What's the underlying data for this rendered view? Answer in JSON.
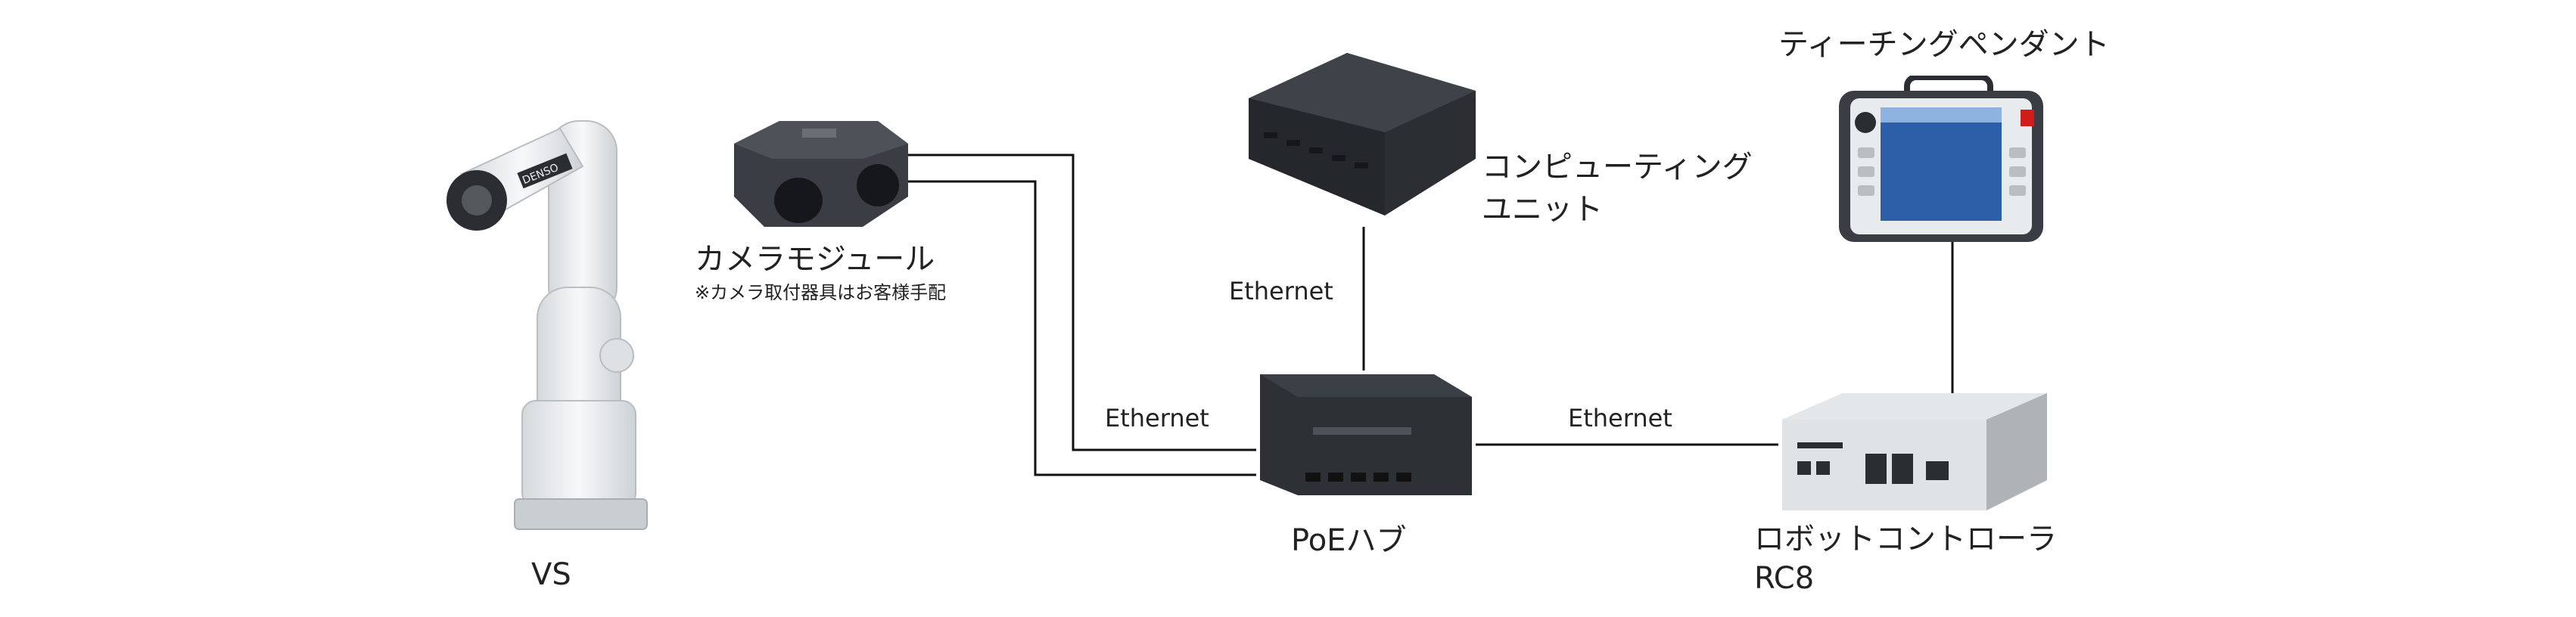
{
  "labels": {
    "robot": "VS",
    "camera": "カメラモジュール",
    "camera_note": "※カメラ取付器具はお客様手配",
    "computer_line1": "コンピューティング",
    "computer_line2": "ユニット",
    "pendant": "ティーチングペンダント",
    "hub": "PoEハブ",
    "controller_line1": "ロボットコントローラ",
    "controller_line2": "RC8",
    "eth_vertical": "Ethernet",
    "eth_left": "Ethernet",
    "eth_right": "Ethernet",
    "robot_logo": "DENSO"
  },
  "colors": {
    "wire": "#111111",
    "device_dark": "#2f3338",
    "robot_body": "#eceff1",
    "controller_body": "#dfe3e6"
  }
}
